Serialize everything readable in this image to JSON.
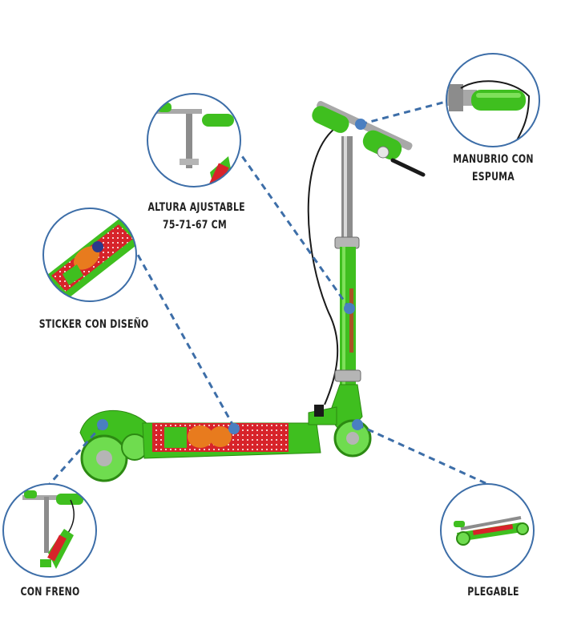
{
  "colors": {
    "accent_green": "#3fbf1f",
    "dark_green": "#2c8a12",
    "callout_blue": "#3d6ea8",
    "deck_red": "#d7232a",
    "chrome": "#9a9a9a"
  },
  "callouts": [
    {
      "id": "manubrio",
      "line1": "MANUBRIO CON",
      "line2": "ESPUMA"
    },
    {
      "id": "altura",
      "line1": "ALTURA AJUSTABLE",
      "line2": "75-71-67 CM"
    },
    {
      "id": "sticker",
      "line1": "STICKER CON DISEÑO",
      "line2": ""
    },
    {
      "id": "freno",
      "line1": "CON FRENO",
      "line2": ""
    },
    {
      "id": "plegable",
      "line1": "PLEGABLE",
      "line2": ""
    }
  ]
}
